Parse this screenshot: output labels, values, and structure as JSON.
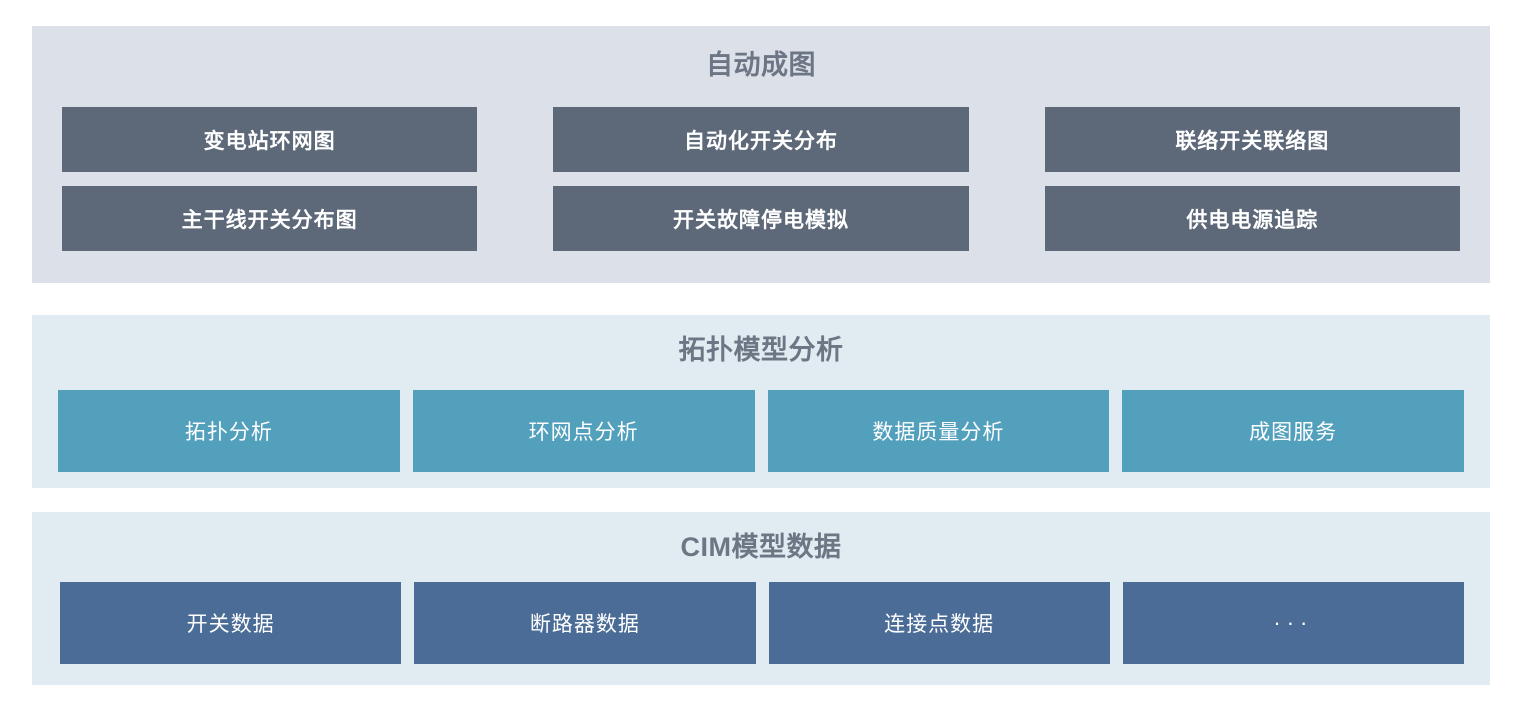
{
  "page": {
    "background_color": "#ffffff"
  },
  "sections": [
    {
      "id": "auto-mapping",
      "title": "自动成图",
      "background_color": "#dce0e8",
      "title_color": "#6d7684",
      "card_color": "#5d6878",
      "card_text_color": "#ffffff",
      "cards": [
        {
          "label": "变电站环网图"
        },
        {
          "label": "自动化开关分布"
        },
        {
          "label": "联络开关联络图"
        },
        {
          "label": "主干线开关分布图"
        },
        {
          "label": "开关故障停电模拟"
        },
        {
          "label": "供电电源追踪"
        }
      ]
    },
    {
      "id": "topology",
      "title": "拓扑模型分析",
      "background_color": "#e0ecf1",
      "title_color": "#6d7684",
      "card_color": "#53a0bd",
      "card_text_color": "#ffffff",
      "cards": [
        {
          "label": "拓扑分析"
        },
        {
          "label": "环网点分析"
        },
        {
          "label": "数据质量分析"
        },
        {
          "label": "成图服务"
        }
      ]
    },
    {
      "id": "cim",
      "title": "CIM模型数据",
      "background_color": "#e0ecf1",
      "title_color": "#6d7684",
      "card_color": "#4a6c96",
      "card_text_color": "#ffffff",
      "cards": [
        {
          "label": "开关数据"
        },
        {
          "label": "断路器数据"
        },
        {
          "label": "连接点数据"
        },
        {
          "label": "···"
        }
      ]
    }
  ]
}
